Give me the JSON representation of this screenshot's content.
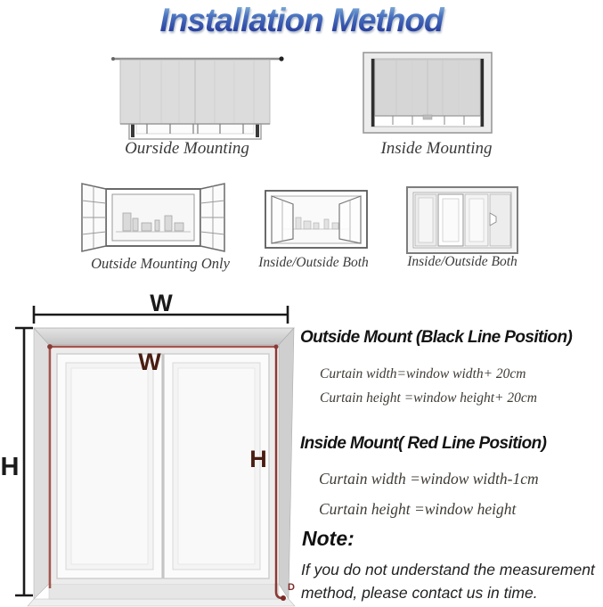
{
  "title": "Installation Method",
  "top_row": [
    {
      "label": "Ourside Mounting"
    },
    {
      "label": "Inside Mounting"
    }
  ],
  "mid_row": [
    {
      "label": "Outside Mounting Only"
    },
    {
      "label": "Inside/Outside Both"
    },
    {
      "label": "Inside/Outside Both"
    }
  ],
  "diagram": {
    "labels": {
      "outer_w": "W",
      "outer_h": "H",
      "inner_w": "W",
      "inner_h": "H",
      "corner_d": "D"
    },
    "black_line_color": "#1a1a1a",
    "red_line_color": "#a2564e",
    "red_label_color": "#4a1d12"
  },
  "sections": {
    "outside": {
      "heading": "Outside Mount (Black Line Position)",
      "lines": [
        "Curtain width=window width+ 20cm",
        "Curtain height =window height+ 20cm"
      ]
    },
    "inside": {
      "heading": "Inside Mount( Red Line Position)",
      "lines": [
        "Curtain width =window width-1cm",
        "Curtain height =window height"
      ]
    },
    "note": {
      "heading": "Note:",
      "body": "If you do not understand the measurement method, please contact us in time."
    }
  },
  "colors": {
    "title_gradient_top": "#96c6e0",
    "title_gradient_bottom": "#19278f"
  }
}
